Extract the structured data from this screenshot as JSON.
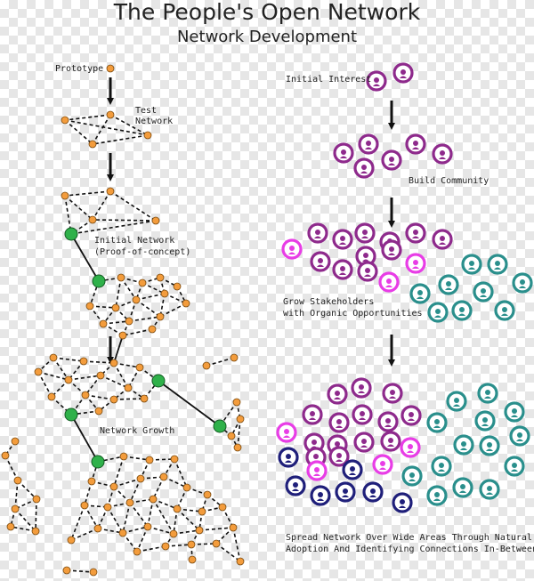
{
  "title": "The People's Open Network",
  "subtitle": "Network Development",
  "labels": {
    "prototype": "Prototype",
    "test_network_1": "Test",
    "test_network_2": "Network",
    "initial_network_1": "Initial Network",
    "initial_network_2": "(Proof-of-concept)",
    "network_growth": "Network Growth",
    "initial_interest": "Initial Interest",
    "build_community": "Build Community",
    "grow_stakeholders_1": "Grow Stakeholders",
    "grow_stakeholders_2": "with Organic Opportunities",
    "spread_1": "Spread Network Over Wide Areas Through Natural",
    "spread_2": "Adoption And Identifying Connections In-Between"
  },
  "colors": {
    "node": "#f39c3c",
    "hub": "#2fb14a",
    "purple": "#8e2a8c",
    "magenta": "#e83de6",
    "teal": "#2a8f8c",
    "navy": "#1f1f7a"
  }
}
